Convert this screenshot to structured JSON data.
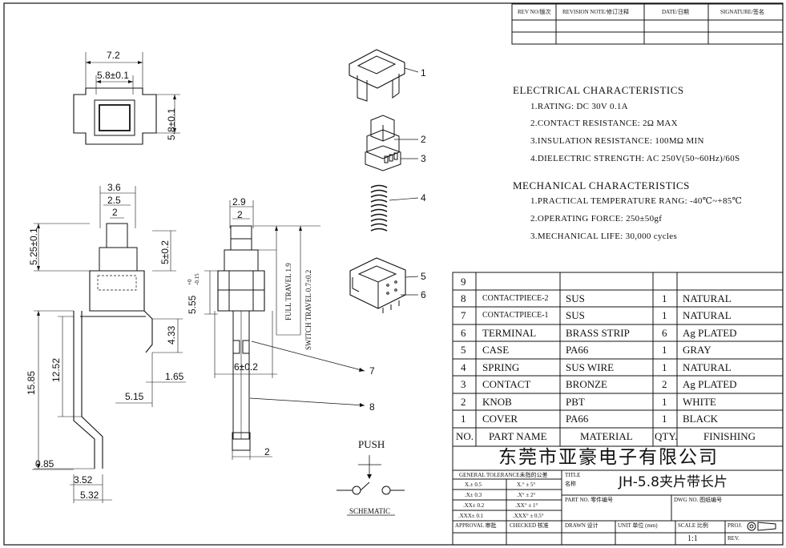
{
  "revision_table": {
    "headers": [
      "REV NO/版次",
      "REVISION NOTE/修订注释",
      "DATE/日期",
      "SIGNATURE/签名"
    ]
  },
  "electrical": {
    "heading": "ELECTRICAL CHARACTERISTICS",
    "items": [
      "1.RATING: DC 30V 0.1A",
      "2.CONTACT RESISTANCE: 2Ω MAX",
      "3.INSULATION RESISTANCE: 100MΩ MIN",
      "4.DIELECTRIC STRENGTH: AC 250V(50~60Hz)/60S"
    ]
  },
  "mechanical": {
    "heading": "MECHANICAL CHARACTERISTICS",
    "items": [
      "1.PRACTICAL TEMPERATURE RANG: -40℃~+85℃",
      "2.OPERATING FORCE: 250±50gf",
      "3.MECHANICAL LIFE: 30,000 cycles"
    ]
  },
  "bom": {
    "headers": [
      "NO.",
      "PART NAME",
      "MATERIAL",
      "QTY.",
      "FINISHING"
    ],
    "rows": [
      {
        "no": "9",
        "part": "",
        "material": "",
        "qty": "",
        "finish": ""
      },
      {
        "no": "8",
        "part": "CONTACTPIECE-2",
        "material": "SUS",
        "qty": "1",
        "finish": "NATURAL"
      },
      {
        "no": "7",
        "part": "CONTACTPIECE-1",
        "material": "SUS",
        "qty": "1",
        "finish": "NATURAL"
      },
      {
        "no": "6",
        "part": "TERMINAL",
        "material": "BRASS STRIP",
        "qty": "6",
        "finish": "Ag PLATED"
      },
      {
        "no": "5",
        "part": "CASE",
        "material": "PA66",
        "qty": "1",
        "finish": "GRAY"
      },
      {
        "no": "4",
        "part": "SPRING",
        "material": "SUS WIRE",
        "qty": "1",
        "finish": "NATURAL"
      },
      {
        "no": "3",
        "part": "CONTACT",
        "material": "BRONZE",
        "qty": "2",
        "finish": "Ag PLATED"
      },
      {
        "no": "2",
        "part": "KNOB",
        "material": "PBT",
        "qty": "1",
        "finish": "WHITE"
      },
      {
        "no": "1",
        "part": "COVER",
        "material": "PA66",
        "qty": "1",
        "finish": "BLACK"
      }
    ]
  },
  "title_block": {
    "company": "东莞市亚豪电子有限公司",
    "tolerance_header": "GENERAL TOLERANCE未指的公差",
    "tolerances": [
      [
        "X.± 0.5",
        "X.° ± 5°"
      ],
      [
        ".X± 0.3",
        ".X° ± 2°"
      ],
      [
        ".XX± 0.2",
        ".XX° ± 1°"
      ],
      [
        ".XXX± 0.1",
        ".XXX° ± 0.5°"
      ]
    ],
    "title_label": "TITLE",
    "title_label_cn": "名称",
    "title": "JH-5.8夹片带长片",
    "part_no_label": "PART NO. 零件编号",
    "dwg_no_label": "DWG NO. 图纸编号",
    "approval": "APPROVAL 审批",
    "checked": "CHECKED 核准",
    "drawn": "DRAWN 设计",
    "unit": "UNIT 单位 (mm)",
    "scale_label": "SCALE 比例",
    "scale": "1:1",
    "proj": "PROJ.",
    "rev": "REV."
  },
  "dimensions": {
    "top_width": "7.2",
    "top_inner": "5.8±0.1",
    "top_height": "5.8±0.1",
    "w36": "3.6",
    "w25": "2.5",
    "w2": "2",
    "h525": "5.25±0.1",
    "h5": "5±0.2",
    "h433": "4.33",
    "h1252": "12.52",
    "h1585": "15.85",
    "w165": "1.65",
    "w515": "5.15",
    "w085": "0.85",
    "w352": "3.52",
    "w532": "5.32",
    "side_w29": "2.9",
    "side_w2": "2",
    "h555": "5.55",
    "h555_tol_plus": "+0",
    "h555_tol_minus": "-0.15",
    "full_travel": "FULL TRAVEL 1.9",
    "switch_travel": "SWITCH TRAVEL 0.7±0.2",
    "w6": "6±0.2",
    "bottom_w2": "2"
  },
  "callouts": [
    "1",
    "2",
    "3",
    "4",
    "5",
    "6",
    "7",
    "8"
  ],
  "schematic": {
    "push": "PUSH",
    "label": "SCHEMATIC"
  }
}
